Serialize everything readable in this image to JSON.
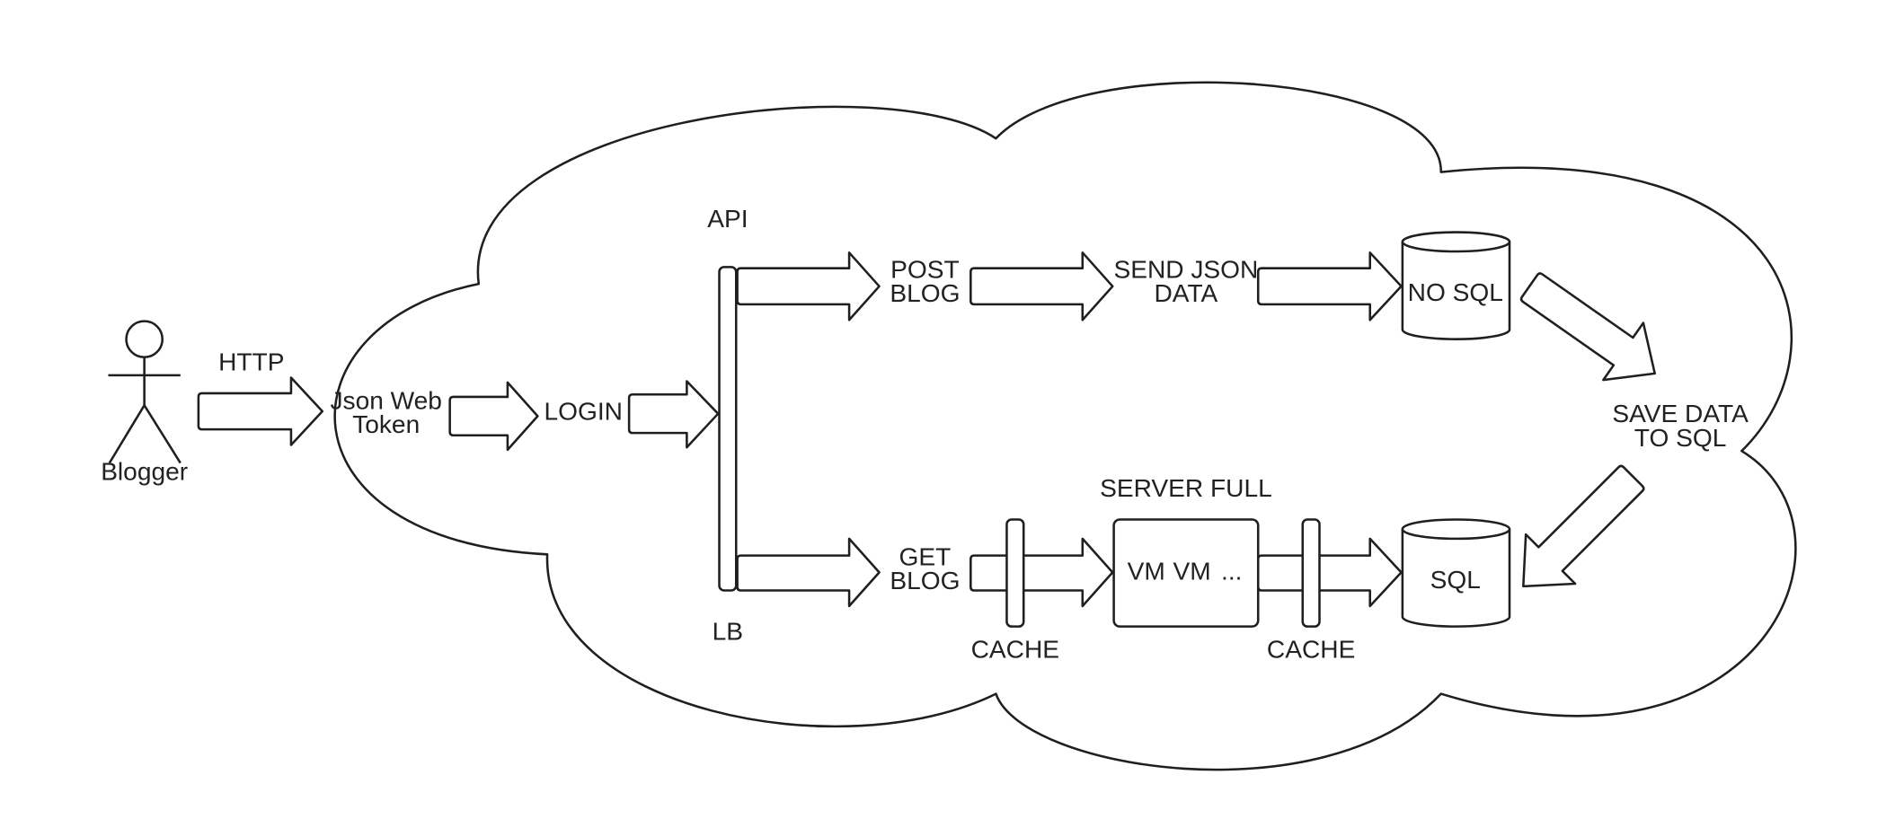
{
  "actor": {
    "label": "Blogger"
  },
  "labels": {
    "http": "HTTP",
    "jwt_line1": "Json Web",
    "jwt_line2": "Token",
    "login": "LOGIN",
    "api": "API",
    "lb": "LB",
    "post_line1": "POST",
    "post_line2": "BLOG",
    "get_line1": "GET",
    "get_line2": "BLOG",
    "send_line1": "SEND JSON",
    "send_line2": "DATA",
    "nosql": "NO SQL",
    "sql": "SQL",
    "save_line1": "SAVE DATA",
    "save_line2": "TO SQL",
    "server_full": "SERVER FULL",
    "vm1": "VM",
    "vm2": "VM",
    "vm_more": "...",
    "cache_left": "CACHE",
    "cache_right": "CACHE"
  }
}
